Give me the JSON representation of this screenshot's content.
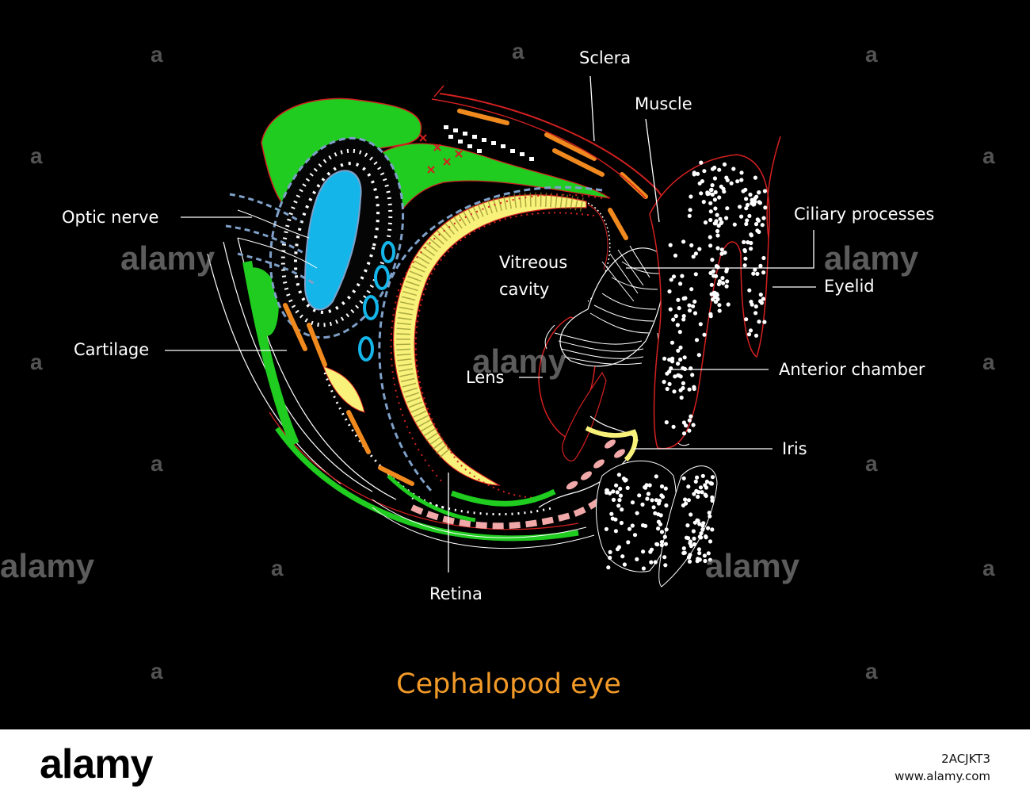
{
  "diagram": {
    "title": "Cephalopod eye",
    "labels": {
      "sclera": "Sclera",
      "muscle": "Muscle",
      "ciliary": "Ciliary processes",
      "eyelid": "Eyelid",
      "optic_nerve": "Optic nerve",
      "vitreous_1": "Vitreous",
      "vitreous_2": "cavity",
      "cartilage": "Cartilage",
      "lens": "Lens",
      "anterior": "Anterior chamber",
      "iris": "Iris",
      "retina": "Retina"
    },
    "colors": {
      "title": "#f29a28",
      "green": "#1fcc1f",
      "yellow": "#f8f27a",
      "blue": "#14b6ea",
      "red": "#d42020",
      "orange": "#f08a1e"
    }
  },
  "watermark": {
    "text": "alamy",
    "letter": "a"
  },
  "footer": {
    "logo": "alamy",
    "image_id": "2ACJKT3",
    "url": "www.alamy.com"
  }
}
